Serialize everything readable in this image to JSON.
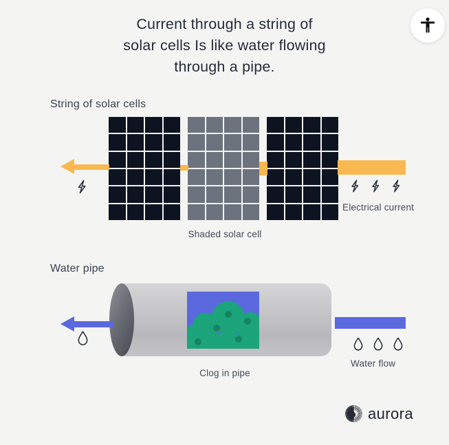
{
  "colors": {
    "bg": "#F4F4F3",
    "ink": "#242B39",
    "label": "#39414F",
    "orange": "#F9B850",
    "blue": "#5B69DE",
    "green": "#1CA47B",
    "greendark": "#15855F",
    "paneldark": "#0D1320",
    "panelshaded": "#6C737E"
  },
  "title": "Current through a string of\nsolar cells Is like water flowing\nthrough a pipe.",
  "accessibility_button": {
    "icon": "accessibility-person-icon"
  },
  "solar_section": {
    "label": "String of solar cells",
    "panels": [
      {
        "name": "solar-panel-left",
        "shaded": false,
        "rows": 6,
        "cols": 4
      },
      {
        "name": "solar-panel-middle",
        "shaded": true,
        "rows": 6,
        "cols": 4
      },
      {
        "name": "solar-panel-right",
        "shaded": false,
        "rows": 6,
        "cols": 4
      }
    ],
    "shaded_caption": "Shaded solar cell",
    "current_caption": "Electrical current",
    "bolt_count_left": 1,
    "bolt_count_right": 3,
    "flow_direction": "left"
  },
  "water_section": {
    "label": "Water pipe",
    "clog_caption": "Clog in pipe",
    "flow_caption": "Water flow",
    "drop_count_left": 1,
    "drop_count_right": 3,
    "flow_direction": "left"
  },
  "brand": {
    "name": "aurora",
    "icon": "starburst-icon"
  }
}
